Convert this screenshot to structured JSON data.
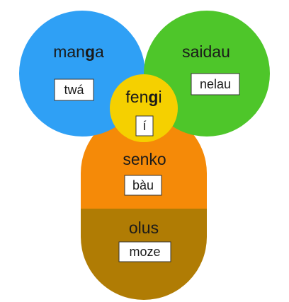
{
  "colors": {
    "manga": "#2fa0f5",
    "saidau": "#4ec62a",
    "senko": "#f58a08",
    "olus": "#b07c04",
    "fengi": "#f5d000"
  },
  "regions": {
    "manga": {
      "word_pre": "man",
      "word_bold": "g",
      "word_post": "a",
      "box": "twá"
    },
    "saidau": {
      "word": "saidau",
      "box": "nelau"
    },
    "senko": {
      "word": "senko",
      "box": "bàu"
    },
    "olus": {
      "word": "olus",
      "box": "moze"
    },
    "fengi": {
      "word_pre": "fen",
      "word_bold": "g",
      "word_post": "i",
      "box": "í"
    }
  }
}
